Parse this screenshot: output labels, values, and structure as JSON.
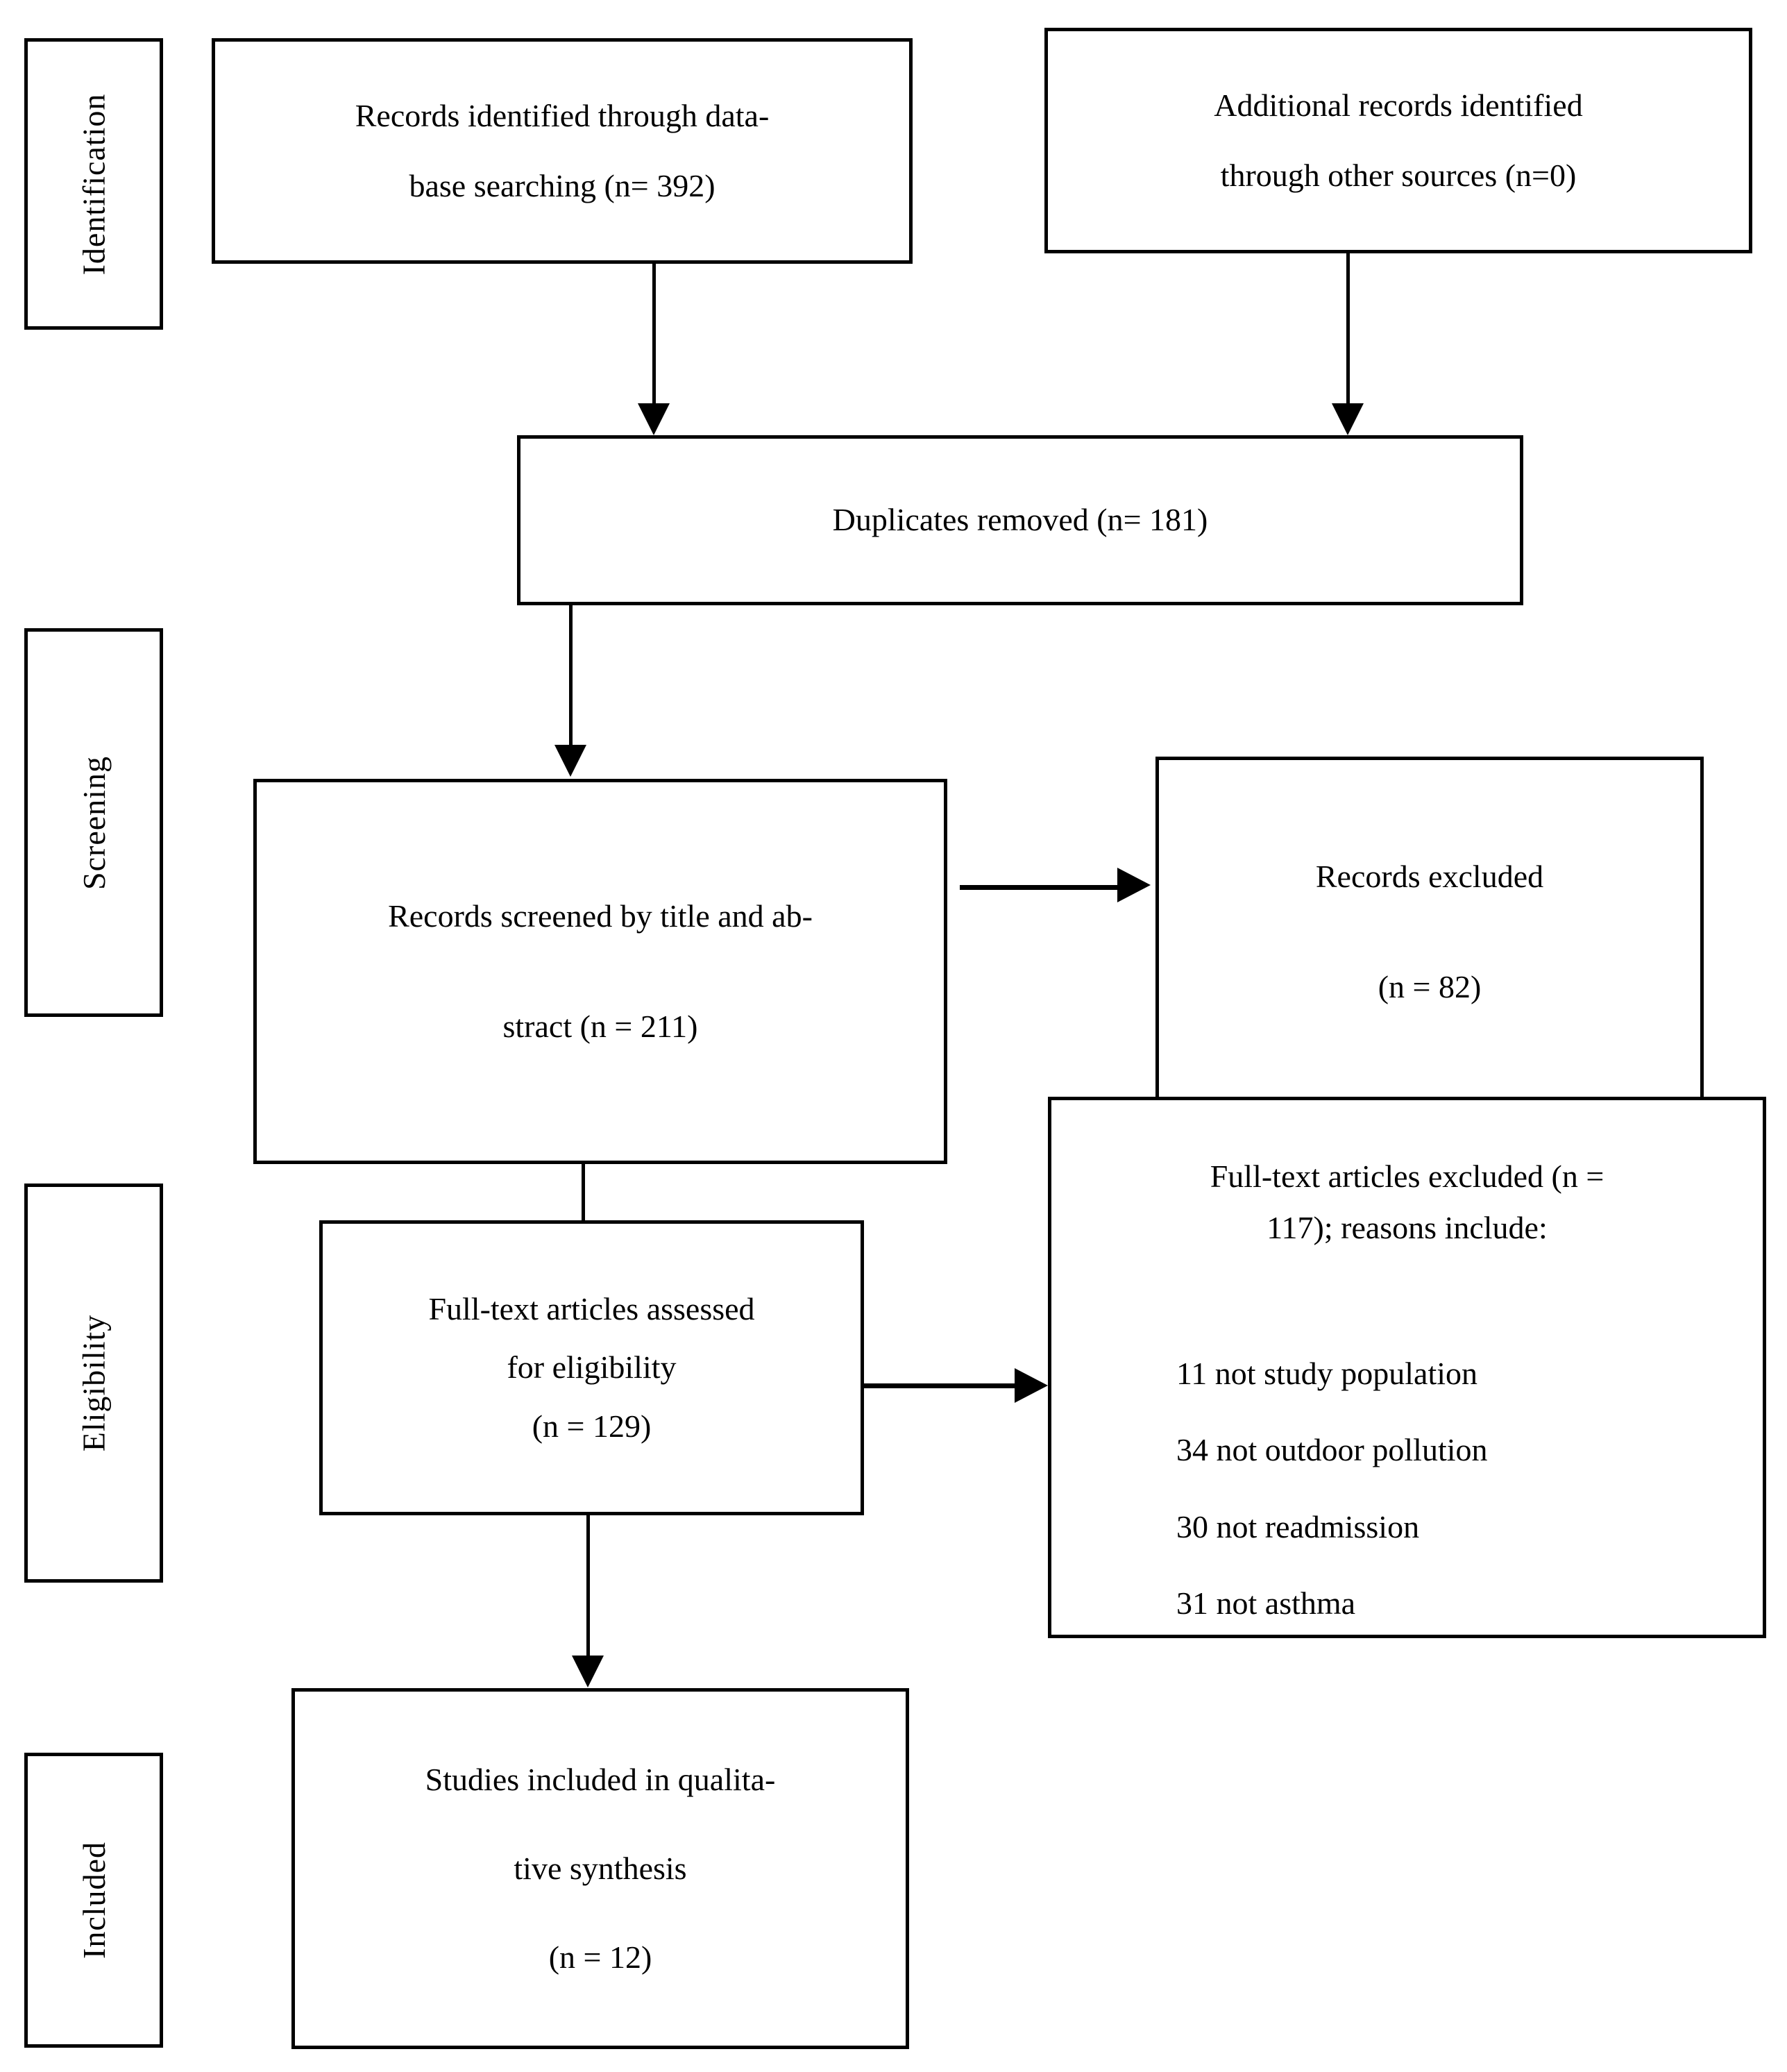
{
  "diagram": {
    "type": "prisma-flow-diagram",
    "stages": [
      {
        "id": "identification",
        "label": "Identification"
      },
      {
        "id": "screening",
        "label": "Screening"
      },
      {
        "id": "eligibility",
        "label": "Eligibility"
      },
      {
        "id": "included",
        "label": "Included"
      }
    ],
    "nodes": {
      "database_search": {
        "lines": [
          "Records identified through data-",
          "base searching (n= 392)"
        ]
      },
      "other_sources": {
        "lines": [
          "Additional records identified",
          "through other sources (n=0)"
        ]
      },
      "duplicates_removed": {
        "lines": [
          "Duplicates removed (n= 181)"
        ]
      },
      "records_screened": {
        "lines": [
          "Records screened by title and ab-",
          "stract (n = 211)"
        ]
      },
      "records_excluded": {
        "lines": [
          "Records excluded",
          "(n = 82)"
        ]
      },
      "fulltext_assessed": {
        "lines": [
          "Full-text articles assessed",
          "for eligibility",
          "(n = 129)"
        ]
      },
      "fulltext_excluded": {
        "heading_lines": [
          "Full-text articles excluded (n =",
          "117); reasons include:"
        ],
        "reasons": [
          "11 not study population",
          "34 not outdoor pollution",
          "30 not readmission",
          "31 not asthma"
        ]
      },
      "studies_included": {
        "lines": [
          "Studies included in qualita-",
          "tive synthesis",
          "(n = 12)"
        ]
      }
    },
    "counts": {
      "database_searching": 392,
      "other_sources": 0,
      "duplicates_removed": 181,
      "records_screened": 211,
      "records_excluded": 82,
      "fulltext_assessed": 129,
      "fulltext_excluded": 117,
      "not_study_population": 11,
      "not_outdoor_pollution": 34,
      "not_readmission": 30,
      "not_asthma": 31,
      "studies_included": 12
    },
    "colors": {
      "border": "#000000",
      "background": "#ffffff",
      "text": "#000000"
    }
  }
}
